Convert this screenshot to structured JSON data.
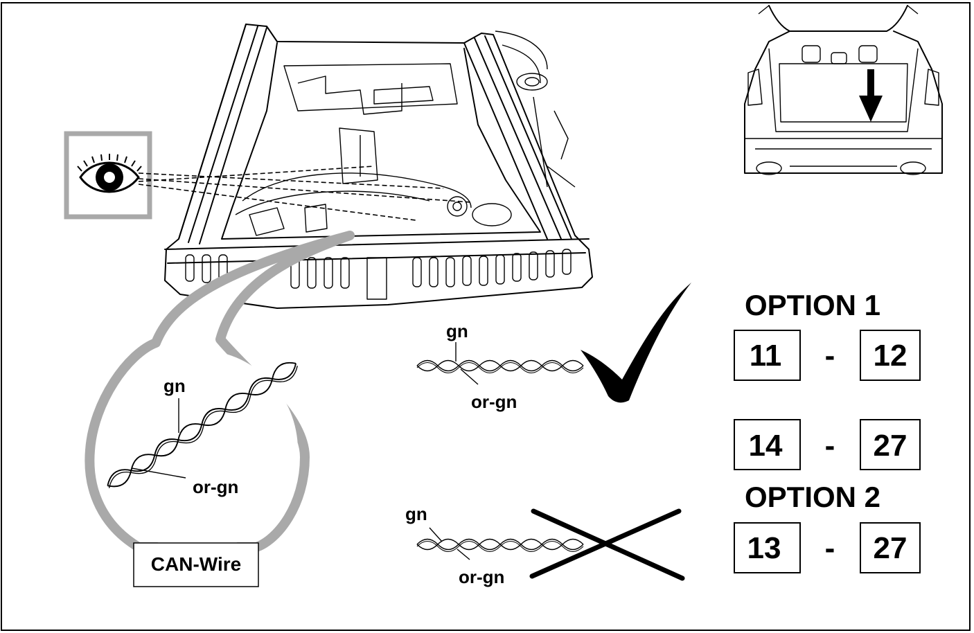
{
  "eye_callout": {
    "icon": "eye-icon"
  },
  "magnifier": {
    "wire_label_gn": "gn",
    "wire_label_orgn": "or-gn",
    "caption": "CAN-Wire"
  },
  "correct_wire": {
    "label_gn": "gn",
    "label_orgn": "or-gn",
    "mark": "check-mark-icon"
  },
  "wrong_wire": {
    "label_gn": "gn",
    "label_orgn": "or-gn",
    "mark": "cross-mark-icon"
  },
  "options": {
    "option1_title": "OPTION 1",
    "option2_title": "OPTION 2",
    "separator": "-",
    "rows": [
      {
        "left": "11",
        "right": "12"
      },
      {
        "left": "14",
        "right": "27"
      },
      {
        "left": "13",
        "right": "27"
      }
    ]
  }
}
